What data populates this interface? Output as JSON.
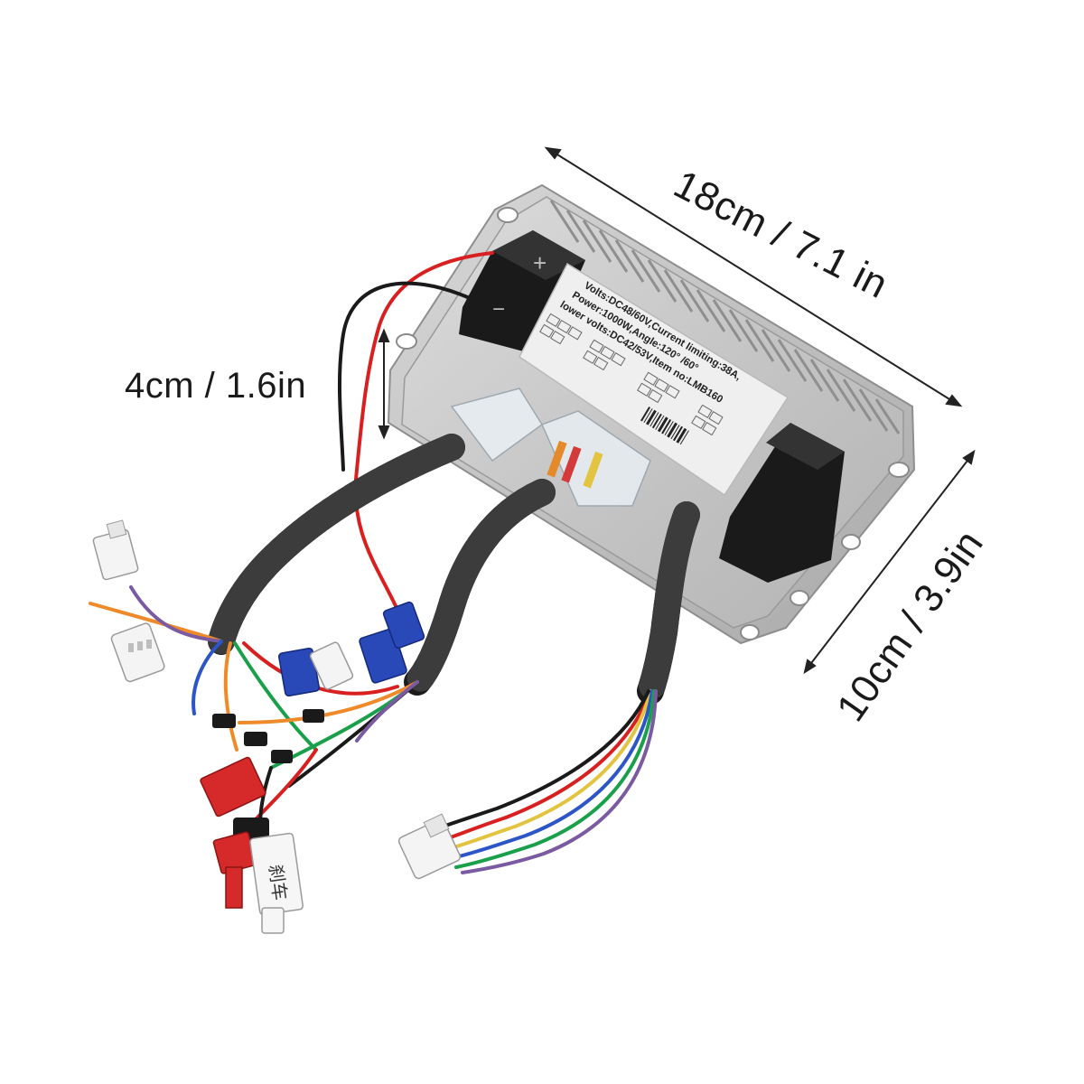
{
  "dimensions": {
    "length": "18cm / 7.1 in",
    "height": "4cm / 1.6in",
    "width": "10cm / 3.9in"
  },
  "controller_label": {
    "line1": "Volts:DC48/60V,Current limiting:38A,",
    "line2": "Power:1000W,Angle:120° /60°",
    "line3": "lower volts:DC42/53V,Item no:LMB160"
  },
  "tag_label": "刹车",
  "terminals": {
    "positive": "+",
    "negative": "−"
  },
  "colors": {
    "housing": "#c9c9c9",
    "fins": "#b5b5b5",
    "label": "#efefef",
    "sleeve": "#1b1b1b",
    "connector_red": "#d62a2a",
    "connector_blue": "#2a49b8"
  }
}
